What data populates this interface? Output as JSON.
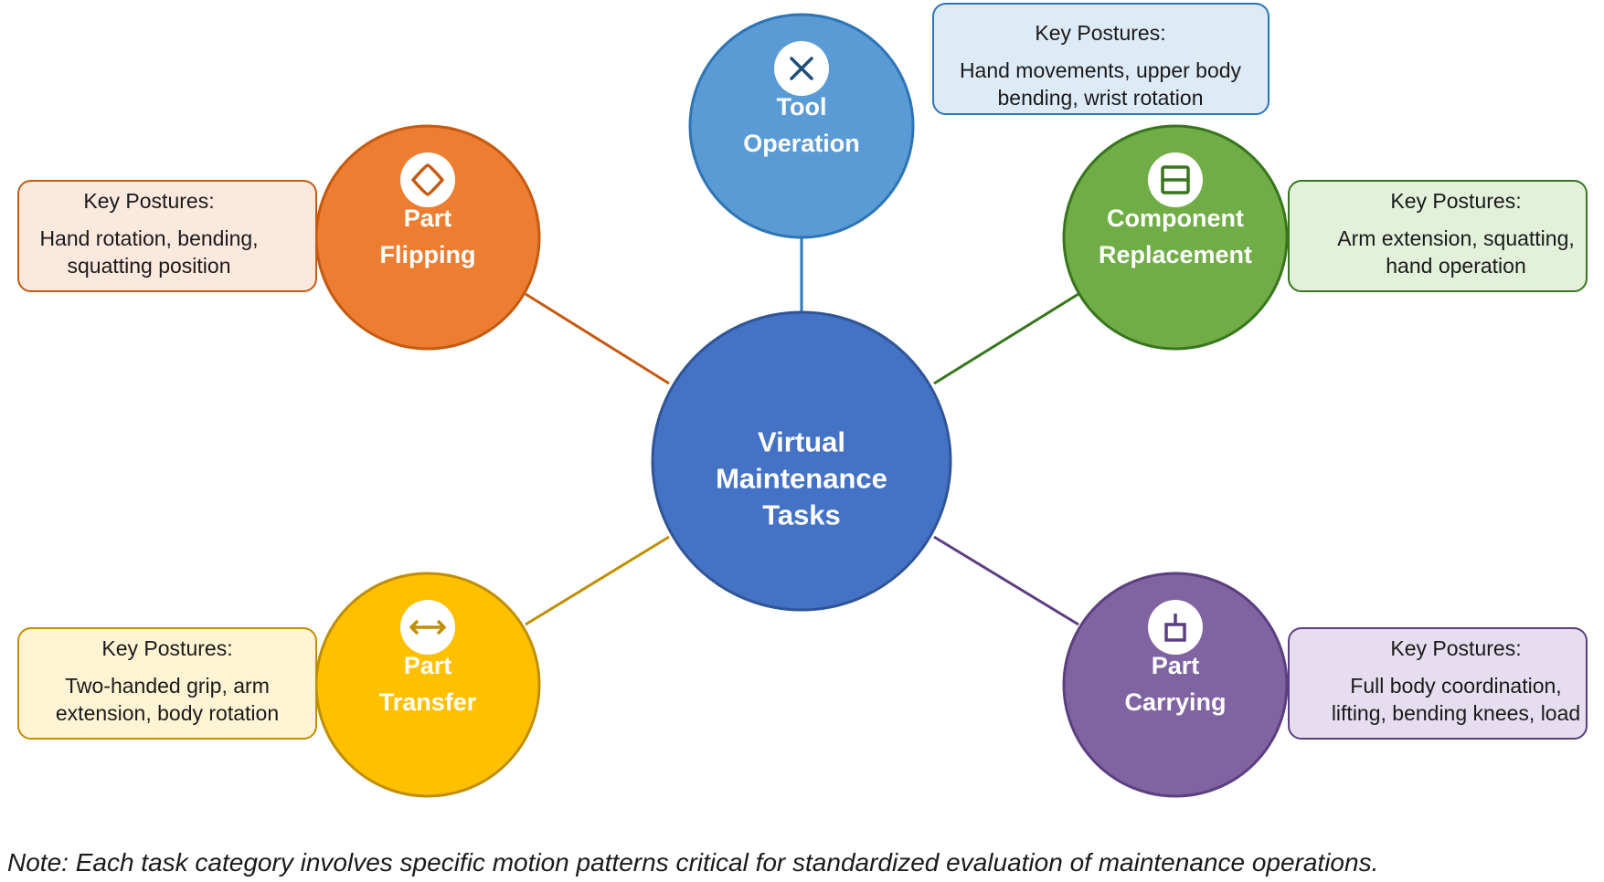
{
  "diagram": {
    "center": {
      "lines": [
        "Virtual",
        "Maintenance",
        "Tasks"
      ],
      "fill": "#4472C4",
      "stroke": "#2F5597"
    },
    "nodes": {
      "tool_operation": {
        "lines": [
          "Tool",
          "Operation"
        ],
        "icon": "x-mark-icon",
        "fill": "#5B9BD5",
        "stroke": "#2E75B6",
        "info": {
          "heading": "Key Postures:",
          "lines": [
            "Hand movements, upper body",
            "bending, wrist rotation"
          ],
          "fill": "#DDEBF7",
          "stroke": "#2E75B6"
        }
      },
      "part_flipping": {
        "lines": [
          "Part",
          "Flipping"
        ],
        "icon": "rounded-diamond-icon",
        "fill": "#ED7D31",
        "stroke": "#C55A11",
        "info": {
          "heading": "Key Postures:",
          "lines": [
            "Hand rotation, bending,",
            "squatting position"
          ],
          "fill": "#FCE9DE",
          "stroke": "#C55A11"
        }
      },
      "component_replacement": {
        "lines": [
          "Component",
          "Replacement"
        ],
        "icon": "split-square-icon",
        "fill": "#70AD47",
        "stroke": "#38761D",
        "info": {
          "heading": "Key Postures:",
          "lines": [
            "Arm extension, squatting,",
            "hand operation"
          ],
          "fill": "#E3F0DA",
          "stroke": "#38761D"
        }
      },
      "part_transfer": {
        "lines": [
          "Part",
          "Transfer"
        ],
        "icon": "double-arrow-icon",
        "fill": "#FFC000",
        "stroke": "#BF8F00",
        "info": {
          "heading": "Key Postures:",
          "lines": [
            "Two-handed grip, arm",
            "extension, body rotation"
          ],
          "fill": "#FFF4D4",
          "stroke": "#BF8F00"
        }
      },
      "part_carrying": {
        "lines": [
          "Part",
          "Carrying"
        ],
        "icon": "box-handle-icon",
        "fill": "#8064A2",
        "stroke": "#5B3F80",
        "info": {
          "heading": "Key Postures:",
          "lines": [
            "Full body coordination,",
            "lifting, bending knees, load"
          ],
          "fill": "#E6DDEF",
          "stroke": "#5B3F80"
        }
      }
    }
  },
  "note": "Note: Each task category involves specific motion patterns critical for standardized evaluation of maintenance operations."
}
